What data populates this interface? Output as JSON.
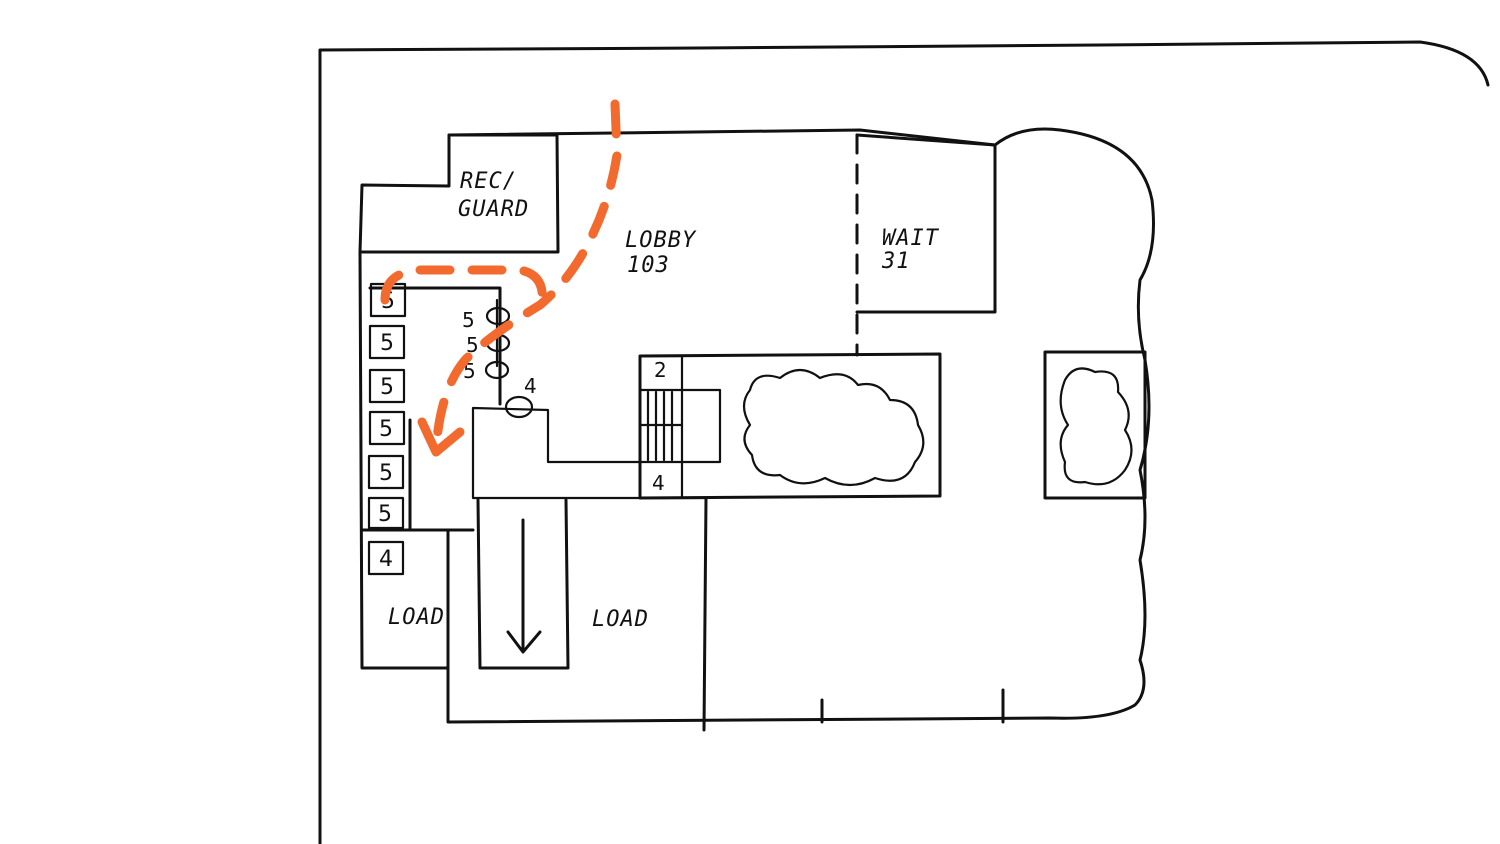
{
  "plan": {
    "ink_color": "#111111",
    "route_color": "#f26a2e",
    "rooms": {
      "reception_line1": "REC/",
      "reception_line2": "GUARD",
      "lobby_line1": "LOBBY",
      "lobby_line2": "103",
      "wait_line1": "WAIT",
      "wait_line2": "31",
      "load_left": "LOAD",
      "load_right": "LOAD"
    },
    "dock_bays": [
      "5",
      "5",
      "5",
      "5",
      "5",
      "5",
      "4"
    ],
    "bollard_labels": [
      "5",
      "5",
      "5",
      "4"
    ],
    "stair_labels": [
      "2",
      "4"
    ],
    "icons": {
      "route": "dashed-route-arrow",
      "ramp": "down-arrow-icon",
      "planter": "cloud-shrub-icon"
    }
  }
}
